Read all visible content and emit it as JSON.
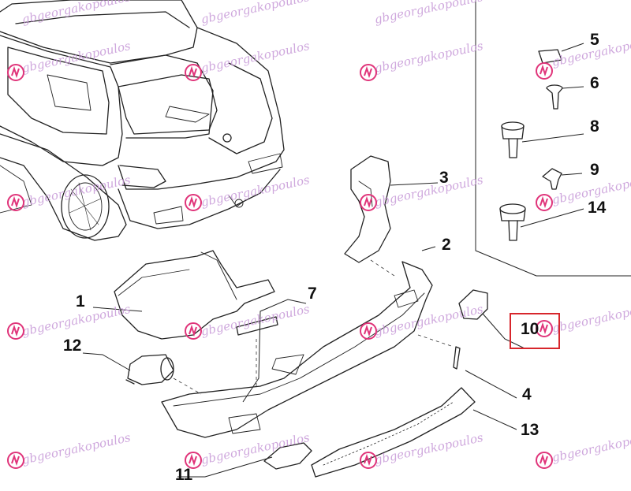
{
  "labels": {
    "l1": "1",
    "l2": "2",
    "l3": "3",
    "l4": "4",
    "l5": "5",
    "l6": "6",
    "l7": "7",
    "l8": "8",
    "l9": "9",
    "l10": "10",
    "l11": "11",
    "l12": "12",
    "l13": "13",
    "l14": "14"
  },
  "highlighted_part": "10",
  "watermark": {
    "text": "gbgeorgakopoulos",
    "color": "#c79ad8",
    "logo_color": "#e0347a"
  },
  "colors": {
    "line": "#222222",
    "highlight": "#d7262c"
  }
}
